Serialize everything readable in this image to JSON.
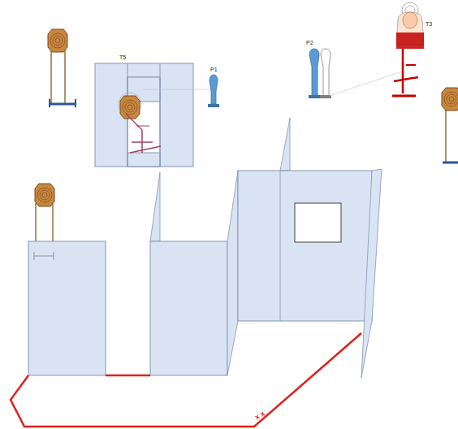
{
  "diagram": {
    "labels": [
      "T5",
      "P1",
      "P2",
      "T3",
      "x x"
    ]
  }
}
